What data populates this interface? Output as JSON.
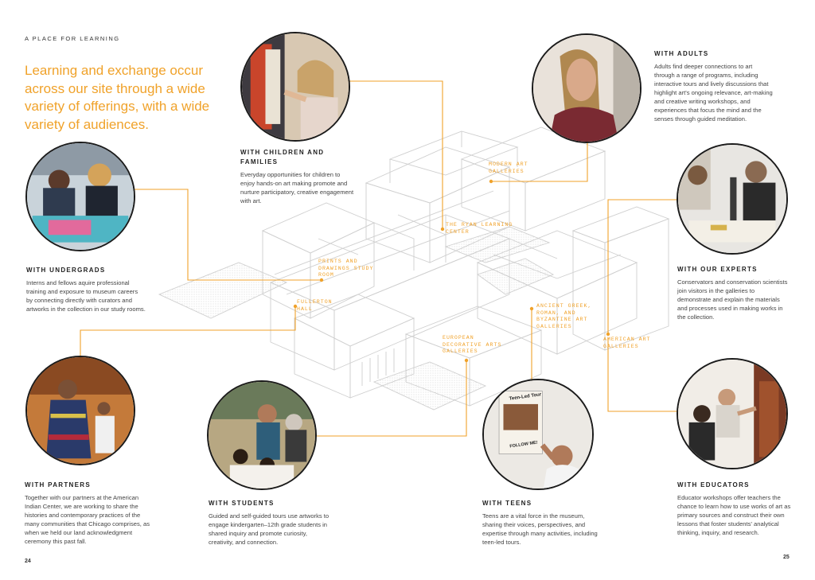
{
  "kicker": "A PLACE FOR LEARNING",
  "headline": "Learning and exchange occur across our site through a wide variety of offerings, with a wide variety of audiences.",
  "accent_color": "#f0a22a",
  "sections": {
    "children": {
      "title": "WITH CHILDREN AND FAMILIES",
      "body": "Everyday opportunities for children to enjoy hands-on art making promote and nurture participatory, creative engagement with art.",
      "photo": "child painting at easel"
    },
    "adults": {
      "title": "WITH ADULTS",
      "body": "Adults find deeper connections to art through a range of programs, including interactive tours and lively discussions that highlight art's ongoing relevance, art-making and creative writing workshops, and experiences that focus the mind and the senses through guided meditation.",
      "photo": "woman with eyes closed in meditation"
    },
    "undergrads": {
      "title": "WITH UNDERGRADS",
      "body": "Interns and fellows aquire professional training and exposure to museum careers by connecting directly with curators and artworks in the collection in our study rooms.",
      "photo": "students examining prints on table"
    },
    "experts": {
      "title": "WITH OUR EXPERTS",
      "body": "Conservators and conservation scientists join visitors in the galleries to demonstrate and explain the materials and processes used in making works in the collection.",
      "photo": "conservator with microscope"
    },
    "partners": {
      "title": "WITH PARTNERS",
      "body": "Together with our partners at the American Indian Center, we are working to share the histories and contemporary practices of the many communities that Chicago comprises, as when we held our land acknowledgment ceremony this past fall.",
      "photo": "dancer in regalia"
    },
    "students": {
      "title": "WITH STUDENTS",
      "body": "Guided and self-guided tours use artworks to engage kindergarten–12th grade students in shared inquiry and promote curiosity, creativity, and connection.",
      "photo": "educator with students in gallery"
    },
    "teens": {
      "title": "WITH TEENS",
      "body": "Teens are a vital force in the museum, sharing their voices, perspectives, and expertise through many activities, including teen-led tours.",
      "photo": "teen holding tour sign",
      "sign_line1": "Teen-Led Tour",
      "sign_line2": "FOLLOW ME!"
    },
    "educators": {
      "title": "WITH EDUCATORS",
      "body": "Educator workshops offer teachers the chance to learn how to use works of art as primary sources and construct their own lessons that foster students' analytical thinking, inquiry, and research.",
      "photo": "educators discussing furniture"
    }
  },
  "gallery_labels": {
    "modern": "MODERN ART GALLERIES",
    "ryan": "THE RYAN LEARNING CENTER",
    "prints": "PRINTS AND DRAWINGS STUDY ROOM",
    "fullerton": "FULLERTON HALL",
    "european": "EUROPEAN DECORATIVE ARTS GALLERIES",
    "ancient": "ANCIENT GREEK, ROMAN, AND BYZANTINE ART GALLERIES",
    "american": "AMERICAN ART GALLERIES"
  },
  "page_numbers": {
    "left": "24",
    "right": "25"
  }
}
